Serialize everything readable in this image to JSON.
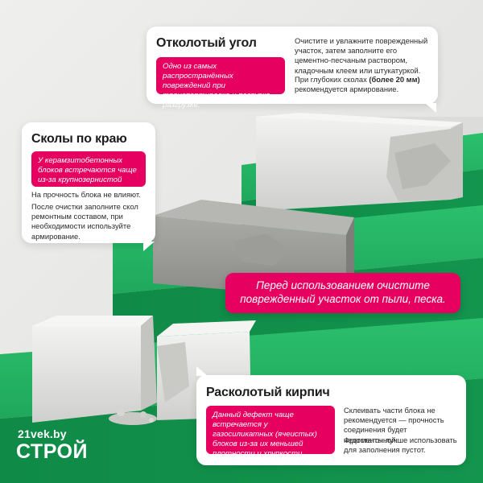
{
  "cards": {
    "corner": {
      "title": "Отколотый угол",
      "note": "Одно из самых распространённых повреждений при транспортировке и погрузке-разгрузке.",
      "text1": "Очистите и увлажните поврежденный участок, затем заполните его цементно-песчаным раствором, кладочным клеем или штукатуркой.",
      "text2_pre": "При глубоких сколах ",
      "text2_bold": "(более 20 мм)",
      "text2_post": " рекомендуется армирование."
    },
    "edge": {
      "title": "Сколы по краю",
      "note": "У керамзитобетонных блоков встречаются чаще из-за крупнозернистой структуры.",
      "text1": "На прочность блока не влияют.",
      "text2": "После очистки заполните скол ремонтным составом, при необходимости используйте армирование."
    },
    "split": {
      "title": "Расколотый кирпич",
      "note": "Данный дефект чаще встречается у газосиликатных (ячеистых) блоков из-за их меньшей плотности и хрупкости.",
      "text1": "Склеивать части блока не рекомендуется — прочность соединения будет недостаточной.",
      "text2": "Фрагменты лучше использовать для заполнения пустот."
    }
  },
  "banner": {
    "text": "Перед использованием очистите поврежденный участок от пыли, песка."
  },
  "logo": {
    "top": "21vek.by",
    "main": "СТРОЙ"
  },
  "colors": {
    "accent": "#e6005f",
    "green": "#1aa55a",
    "background": "#e9e9e7"
  }
}
